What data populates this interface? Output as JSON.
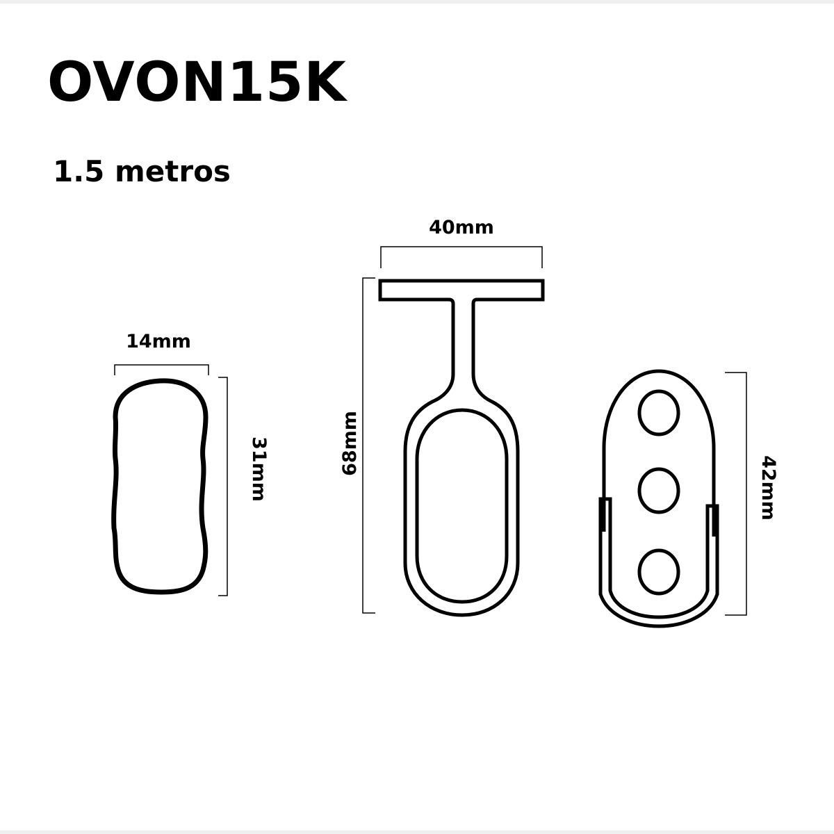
{
  "title": "OVON15K",
  "subtitle": "1.5 metros",
  "dimensions": {
    "oval_width": "14mm",
    "oval_height": "31mm",
    "hanger_width": "40mm",
    "hanger_height": "68mm",
    "plate_height": "42mm"
  },
  "colors": {
    "line": "#000000",
    "background": "#ffffff",
    "border_band": "#eeeeee"
  }
}
